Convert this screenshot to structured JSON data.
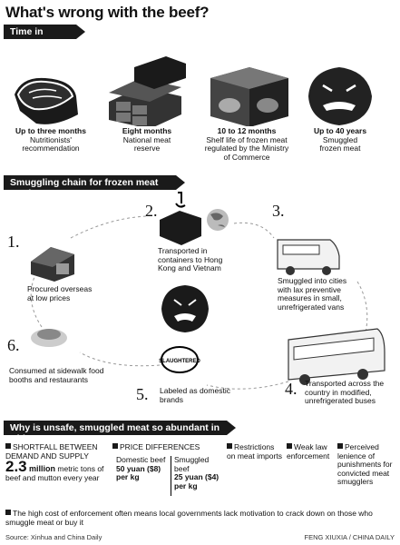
{
  "title": "What's wrong with the beef?",
  "sections": {
    "storage": "Time in storage",
    "smuggling": "Smuggling chain for frozen meat products",
    "why": "Why is unsafe, smuggled meat so abundant in China?"
  },
  "storage_items": [
    {
      "bold": "Up to three months",
      "text": "Nutritionists' recommendation"
    },
    {
      "bold": "Eight months",
      "text": "National meat reserve"
    },
    {
      "bold": "10 to 12 months",
      "text": "Shelf life of frozen meat regulated by the Ministry of Commerce"
    },
    {
      "bold": "Up to 40 years",
      "text": "Smuggled frozen meat"
    }
  ],
  "chain": [
    {
      "n": "1.",
      "text": "Procured overseas at low prices"
    },
    {
      "n": "2.",
      "text": "Transported in containers to Hong Kong and Vietnam"
    },
    {
      "n": "3.",
      "text": "Smuggled into cities with lax preventive measures in small, unrefrigerated vans"
    },
    {
      "n": "4.",
      "text": "Transported across the country in modified, unrefrigerated buses"
    },
    {
      "n": "5.",
      "text": "Labeled as domestic brands"
    },
    {
      "n": "6.",
      "text": "Consumed at sidewalk food booths and restaurants"
    }
  ],
  "reasons": {
    "shortfall_title": "SHORTFALL BETWEEN DEMAND AND SUPPLY",
    "shortfall_value": "2.3",
    "shortfall_unit": "million",
    "shortfall_rest": "metric tons of beef and mutton every year",
    "price_title": "PRICE DIFFERENCES",
    "domestic_label": "Domestic beef",
    "domestic_price": "50 yuan ($8) per kg",
    "smuggled_label": "Smuggled beef",
    "smuggled_price": "25 yuan ($4) per kg",
    "restrictions": "Restrictions on meat imports",
    "weak": "Weak law enforcement",
    "perceived": "Perceived lenience of punishments for convicted meat smugglers",
    "cost": "The high cost of enforcement often means local governments lack motivation to crack down on those who smuggle meat or buy it"
  },
  "source": "Source: Xinhua and China Daily",
  "credit": "FENG XIUXIA / CHINA DAILY",
  "stamp": "SLAUGHTERED"
}
